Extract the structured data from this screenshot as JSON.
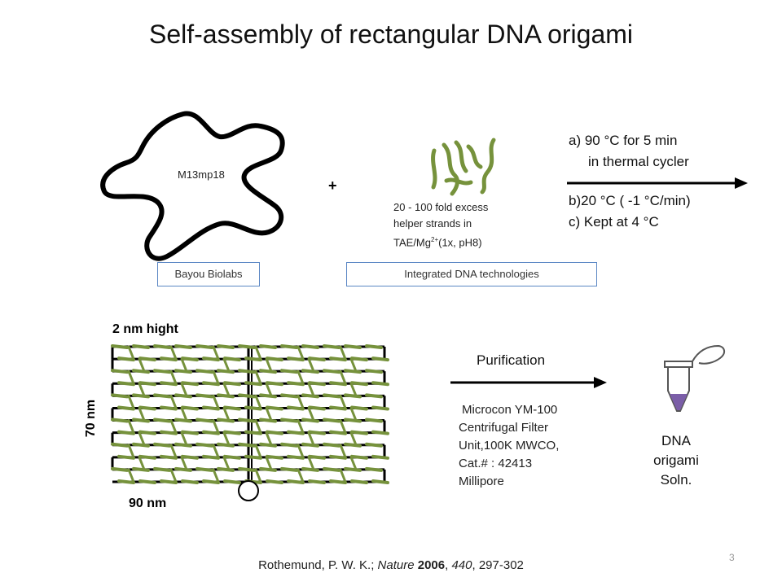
{
  "title": "Self-assembly of rectangular DNA origami",
  "scaffold": {
    "label": "M13mp18",
    "vendor": "Bayou Biolabs"
  },
  "plus": "+",
  "helper": {
    "line1": "20 - 100 fold excess",
    "line2": "helper strands in",
    "line3_prefix": "TAE/Mg",
    "line3_sup": "2+",
    "line3_suffix": "(1x, pH8)",
    "vendor": "Integrated DNA technologies"
  },
  "steps": {
    "a": "a) 90 °C for 5 min",
    "a2": "in thermal cycler",
    "b": "b)20 °C ( -1 °C/min)",
    "c": "c) Kept at 4 °C"
  },
  "origami": {
    "height_label": "2 nm hight",
    "width_label": "90 nm",
    "side_label": "70 nm"
  },
  "purification": {
    "label": "Purification",
    "line1": "Microcon YM-100",
    "line2": "Centrifugal Filter",
    "line3": "Unit,100K MWCO,",
    "line4": "Cat.# : 42413",
    "line5": "Millipore"
  },
  "product": {
    "line1": "DNA",
    "line2": "origami",
    "line3": "Soln."
  },
  "citation": {
    "authors": "Rothemund, P. W. K.; ",
    "journal": "Nature",
    "year": "2006",
    "volume": "440",
    "pages": "297-302"
  },
  "page_number": "3",
  "colors": {
    "helper_green": "#76923c",
    "tube_purple": "#7b5ea8",
    "box_border": "#5b87c4"
  }
}
